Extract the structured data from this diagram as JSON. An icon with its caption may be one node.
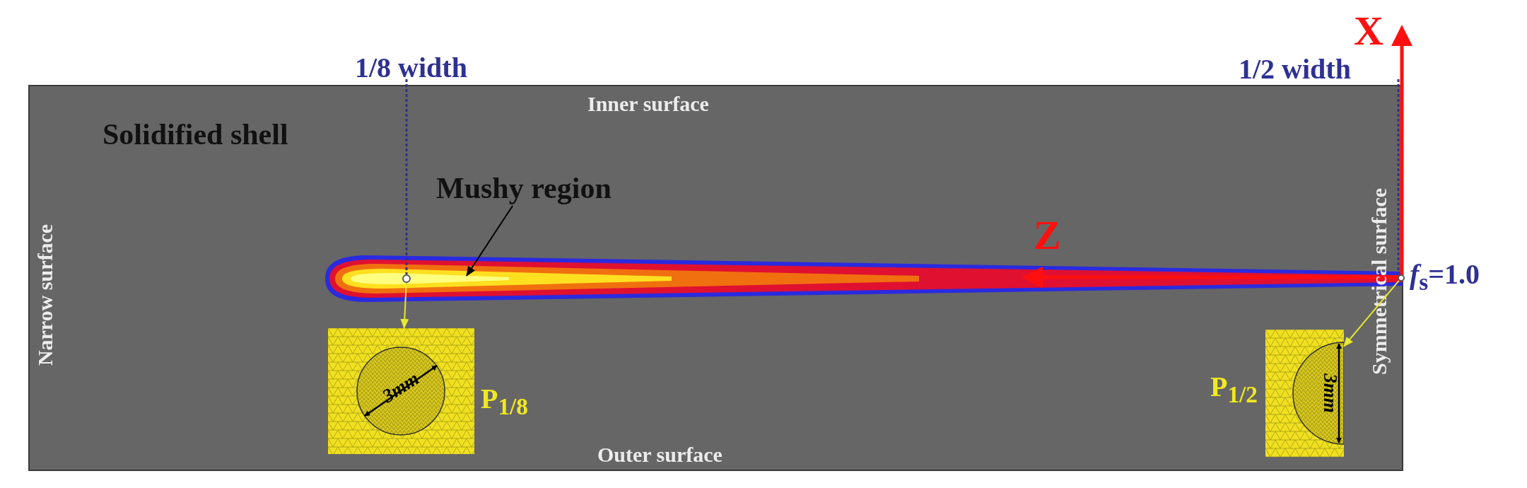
{
  "diagram": {
    "nodes": [
      {
        "text": [
          "Mushy region"
        ]
      },
      {
        "text": [],
        "shape": "circle"
      },
      {
        "text": [],
        "shape": "box",
        "beside": [
          "P$_{1/8}$"
        ]
      },
      {
        "text": [],
        "shape": "circle",
        "beside": [
          "*f*$_{s}$=1.0"
        ]
      },
      {
        "text": [],
        "shape": "box",
        "beside": [
          "P$_{1/2}$"
        ]
      }
    ],
    "edges": [
      {
        "from": 0,
        "to": null,
        "arrow": "to",
        "color": "#000000"
      },
      {
        "from": 1,
        "to": 2,
        "arrow": "to"
      },
      {
        "from": 3,
        "to": 4,
        "arrow": "to"
      }
    ],
    "labels": [
      "1/8 width",
      "X",
      "1/2 width",
      "Inner surface",
      "Solidified shell",
      "Narrow surface",
      "Z",
      "Symmetrical surface",
      "3mm",
      "3mm",
      "Outer surface"
    ]
  }
}
